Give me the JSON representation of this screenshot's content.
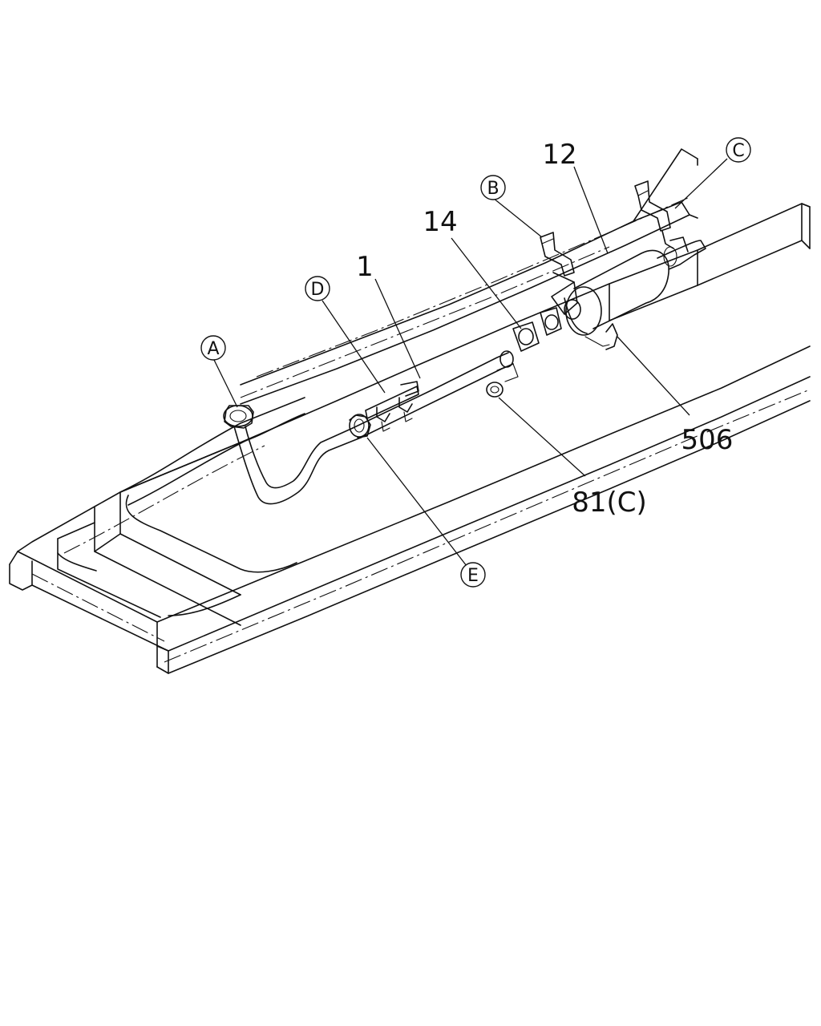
{
  "callouts": {
    "part_1": "1",
    "part_12": "12",
    "part_14": "14",
    "part_506": "506",
    "part_81c": "81(C)",
    "ref_a": "A",
    "ref_b": "B",
    "ref_c": "C",
    "ref_d": "D",
    "ref_e": "E"
  },
  "colors": {
    "line": "#111111",
    "background": "#ffffff"
  }
}
